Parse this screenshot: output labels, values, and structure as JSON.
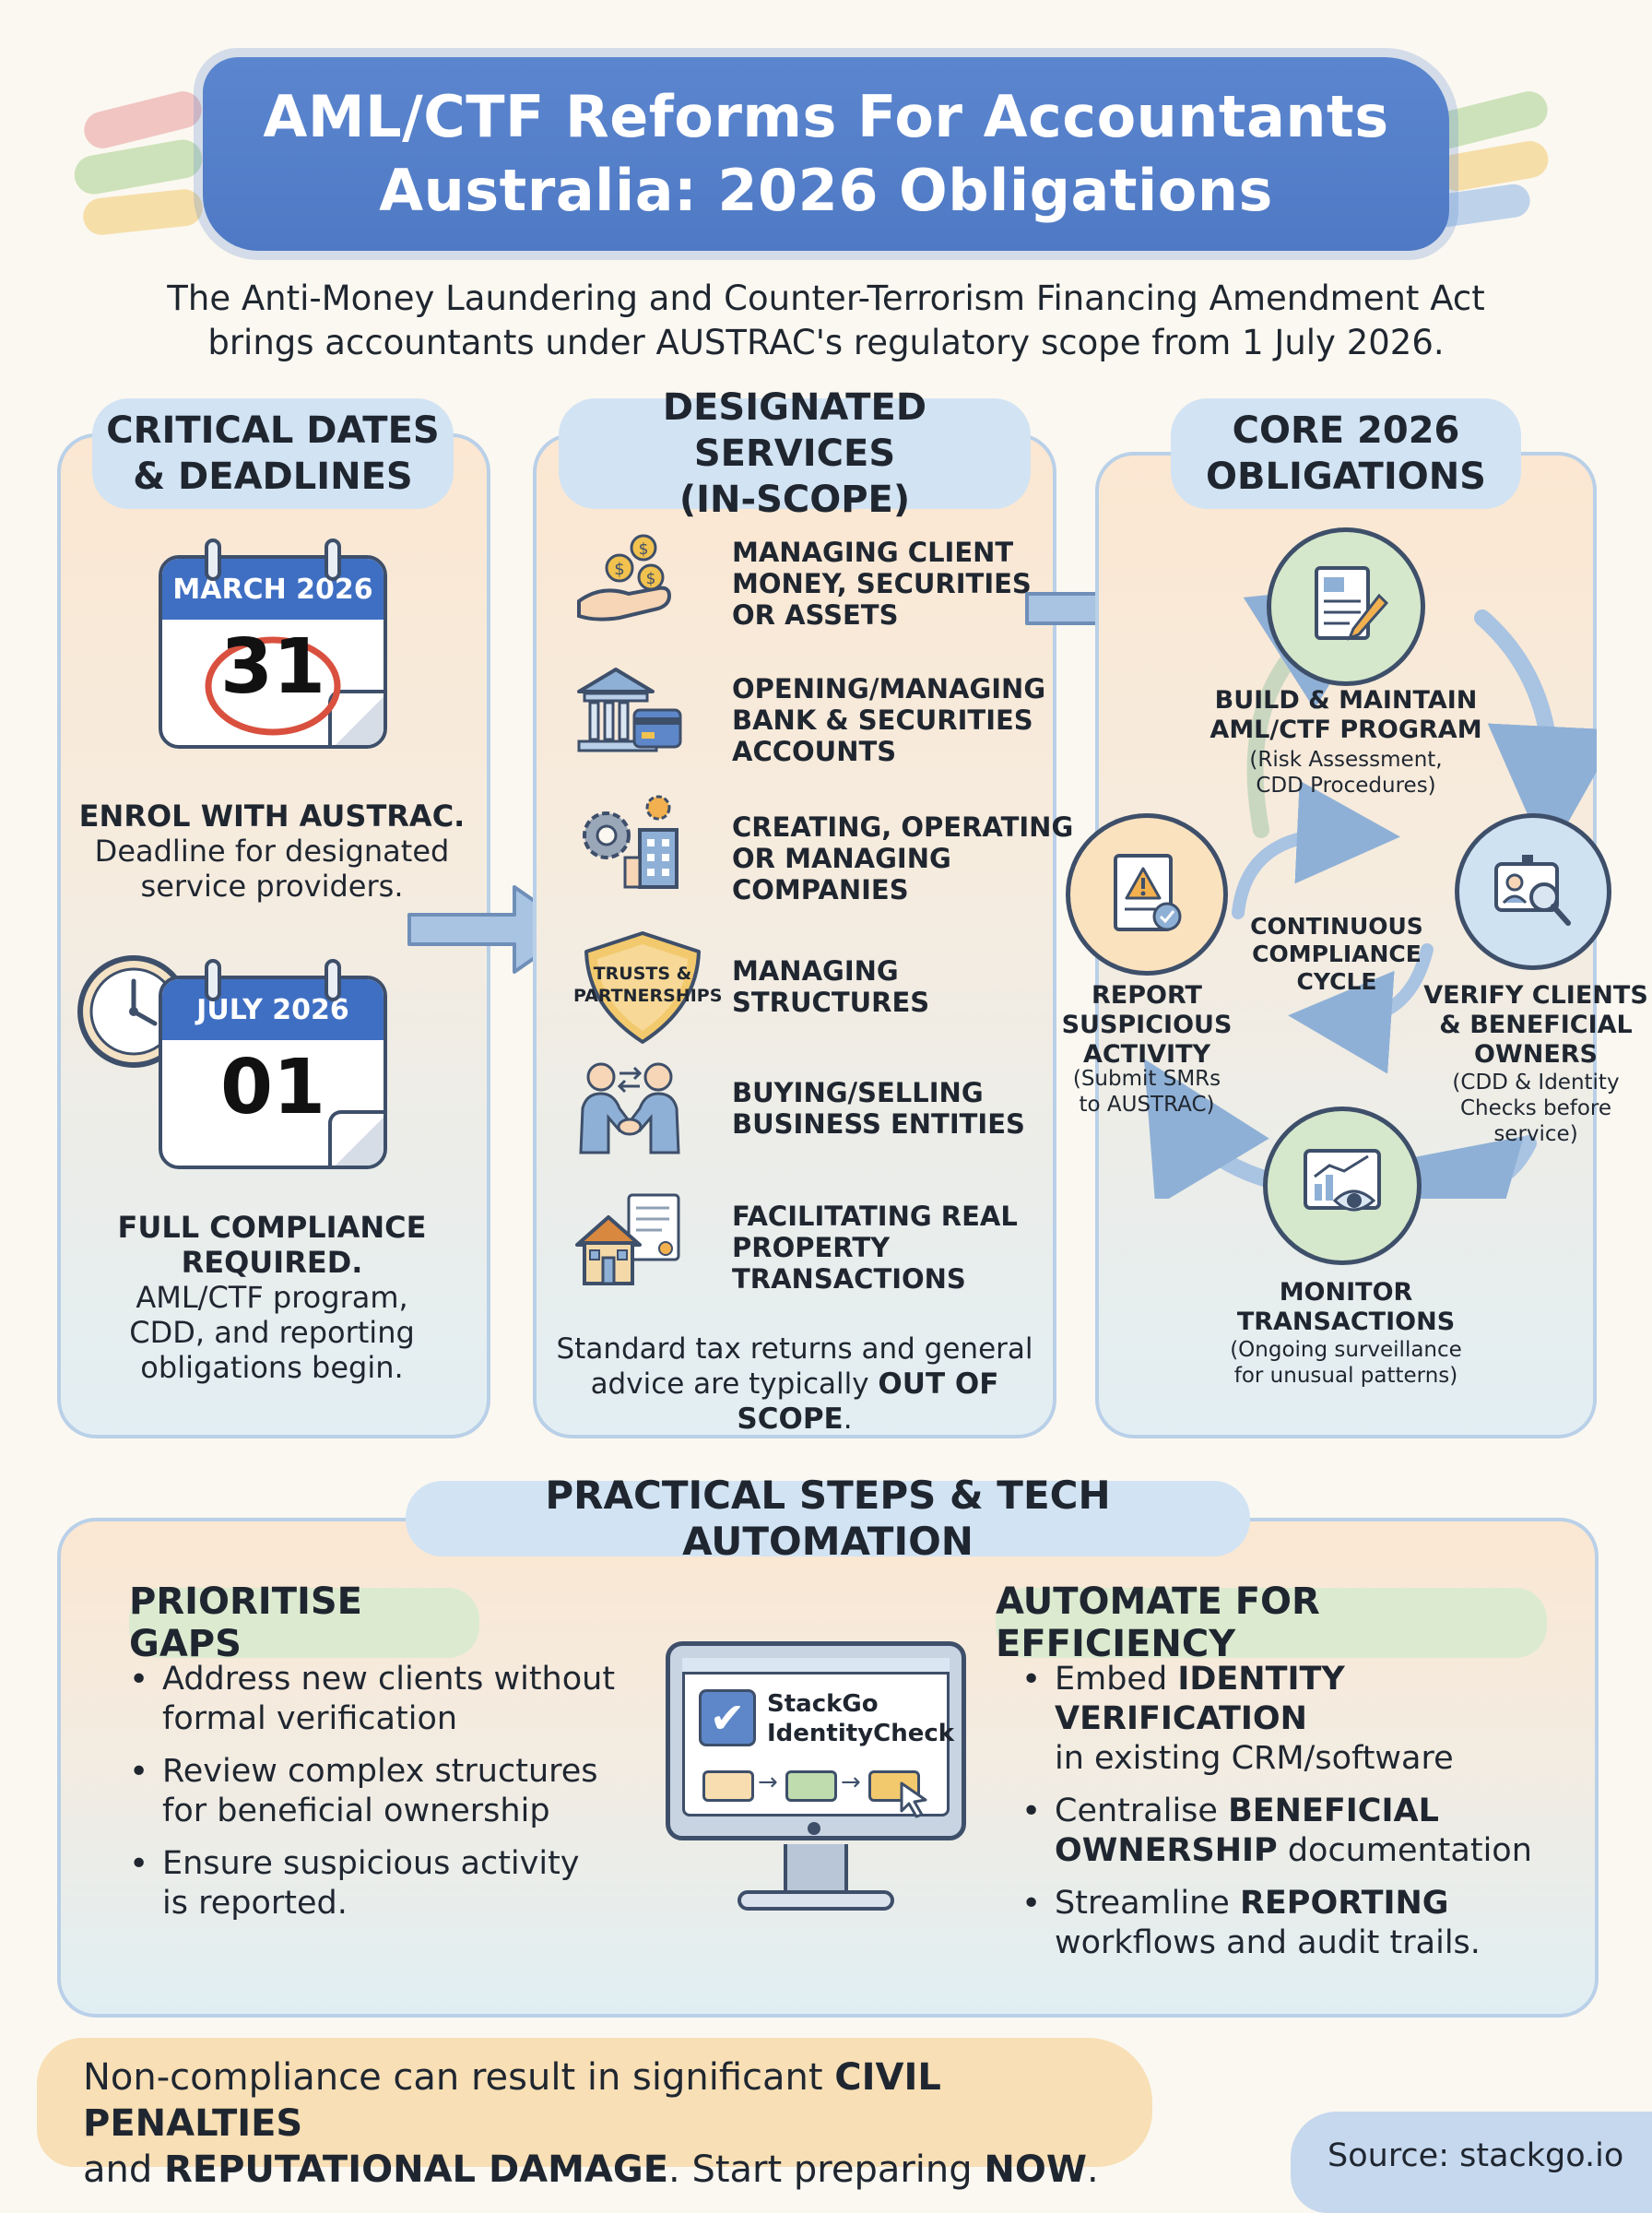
{
  "title": {
    "line1": "AML/CTF Reforms For Accountants",
    "line2": "Australia: 2026 Obligations"
  },
  "intro": {
    "line1": "The Anti-Money Laundering and Counter-Terrorism Financing Amendment Act",
    "line2": "brings accountants under AUSTRAC's regulatory scope from 1 July 2026."
  },
  "dates": {
    "heading_line1": "CRITICAL DATES",
    "heading_line2": "& DEADLINES",
    "cal1": {
      "month": "MARCH 2026",
      "day": "31",
      "bold": "ENROL WITH AUSTRAC.",
      "desc_line1": "Deadline for designated",
      "desc_line2": "service providers."
    },
    "cal2": {
      "month": "JULY 2026",
      "day": "01",
      "bold_line1": "FULL COMPLIANCE",
      "bold_line2": "REQUIRED.",
      "desc_line1": "AML/CTF program,",
      "desc_line2": "CDD, and reporting",
      "desc_line3": "obligations begin."
    }
  },
  "services": {
    "heading_line1": "DESIGNATED SERVICES",
    "heading_line2": "(IN-SCOPE)",
    "items": [
      {
        "l1": "MANAGING CLIENT",
        "l2": "MONEY, SECURITIES",
        "l3": "OR ASSETS",
        "icon": "money-hand-icon"
      },
      {
        "l1": "OPENING/MANAGING",
        "l2": "BANK & SECURITIES",
        "l3": "ACCOUNTS",
        "icon": "bank-card-icon"
      },
      {
        "l1": "CREATING, OPERATING",
        "l2": "OR MANAGING",
        "l3": "COMPANIES",
        "icon": "gears-building-icon"
      },
      {
        "l1": "MANAGING",
        "l2": "STRUCTURES",
        "l3": "",
        "icon": "shield-icon"
      },
      {
        "l1": "BUYING/SELLING",
        "l2": "BUSINESS ENTITIES",
        "l3": "",
        "icon": "handshake-icon"
      },
      {
        "l1": "FACILITATING REAL",
        "l2": "PROPERTY",
        "l3": "TRANSACTIONS",
        "icon": "house-document-icon"
      }
    ],
    "shield_text_l1": "TRUSTS &",
    "shield_text_l2": "PARTNERSHIPS",
    "note_line1": "Standard tax returns and general",
    "note_line2a": "advice are typically ",
    "note_line2b": "OUT OF SCOPE",
    "note_line2c": "."
  },
  "obligations": {
    "heading_line1": "CORE 2026",
    "heading_line2": "OBLIGATIONS",
    "center_l1": "CONTINUOUS",
    "center_l2": "COMPLIANCE",
    "center_l3": "CYCLE",
    "build": {
      "l1": "BUILD & MAINTAIN",
      "l2": "AML/CTF PROGRAM",
      "s1": "(Risk Assessment,",
      "s2": "CDD Procedures)"
    },
    "verify": {
      "l1": "VERIFY CLIENTS",
      "l2": "& BENEFICIAL",
      "l3": "OWNERS",
      "s1": "(CDD & Identity",
      "s2": "Checks before",
      "s3": "service)"
    },
    "monitor": {
      "l1": "MONITOR",
      "l2": "TRANSACTIONS",
      "s1": "(Ongoing surveillance",
      "s2": "for unusual patterns)"
    },
    "report": {
      "l1": "REPORT",
      "l2": "SUSPICIOUS",
      "l3": "ACTIVITY",
      "s1": "(Submit SMRs",
      "s2": "to AUSTRAC)"
    }
  },
  "practical": {
    "heading": "PRACTICAL STEPS & TECH AUTOMATION",
    "left_heading": "PRIORITISE GAPS",
    "left_items": [
      {
        "l1": "Address new clients without",
        "l2": "formal verification"
      },
      {
        "l1": "Review complex structures",
        "l2": "for beneficial ownership"
      },
      {
        "l1": "Ensure suspicious activity",
        "l2": "is reported."
      }
    ],
    "right_heading": "AUTOMATE FOR EFFICIENCY",
    "right_items": [
      {
        "a": "Embed ",
        "b": "IDENTITY VERIFICATION",
        "c": "",
        "l2a": "in existing CRM/software",
        "l2b": "",
        "l2c": ""
      },
      {
        "a": "Centralise ",
        "b": "BENEFICIAL",
        "c": "",
        "l2a": "",
        "l2b": "OWNERSHIP",
        "l2c": " documentation"
      },
      {
        "a": "Streamline ",
        "b": "REPORTING",
        "c": "",
        "l2a": "workflows and audit trails.",
        "l2b": "",
        "l2c": ""
      }
    ],
    "monitor_app_l1": "StackGo",
    "monitor_app_l2": "IdentityCheck"
  },
  "footer": {
    "warn_a": "Non-compliance can result in significant ",
    "warn_b": "CIVIL PENALTIES",
    "warn_c": "and ",
    "warn_d": "REPUTATIONAL DAMAGE",
    "warn_e": ". Start preparing ",
    "warn_f": "NOW",
    "warn_g": ".",
    "source": "Source: stackgo.io"
  },
  "colors": {
    "title_blue": "#4f79c4",
    "panel_border": "#b9d0e8",
    "pill_blue": "#d2e3f3",
    "pill_green": "#dcebd0",
    "warn_orange": "#f8ddb1",
    "arrow_blue": "#8fb0d6"
  }
}
